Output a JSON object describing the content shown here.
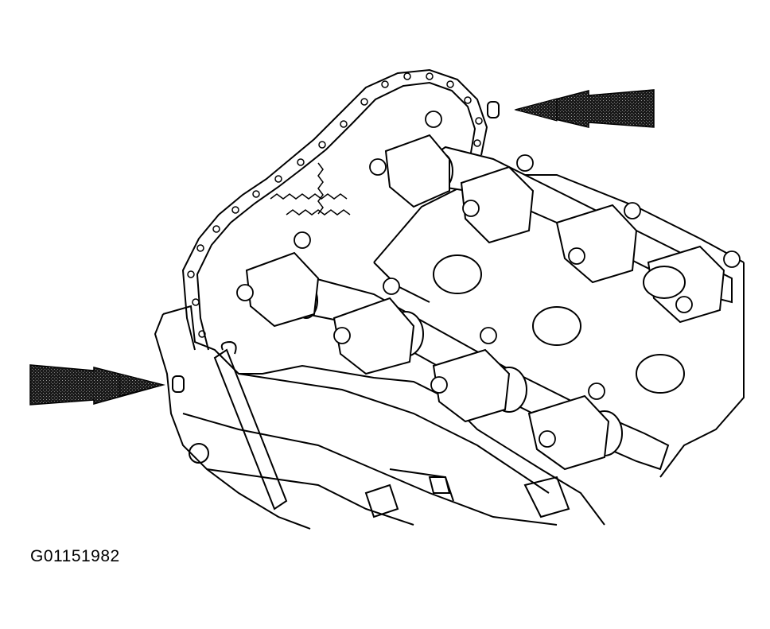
{
  "figure": {
    "caption": "G01151982",
    "subject": "engine-cylinder-head-timing-chain",
    "callouts": [
      "arrow-upper-right",
      "arrow-lower-left"
    ],
    "colors": {
      "line": "#000000",
      "background": "#ffffff",
      "arrow_fill": "#333333"
    }
  }
}
